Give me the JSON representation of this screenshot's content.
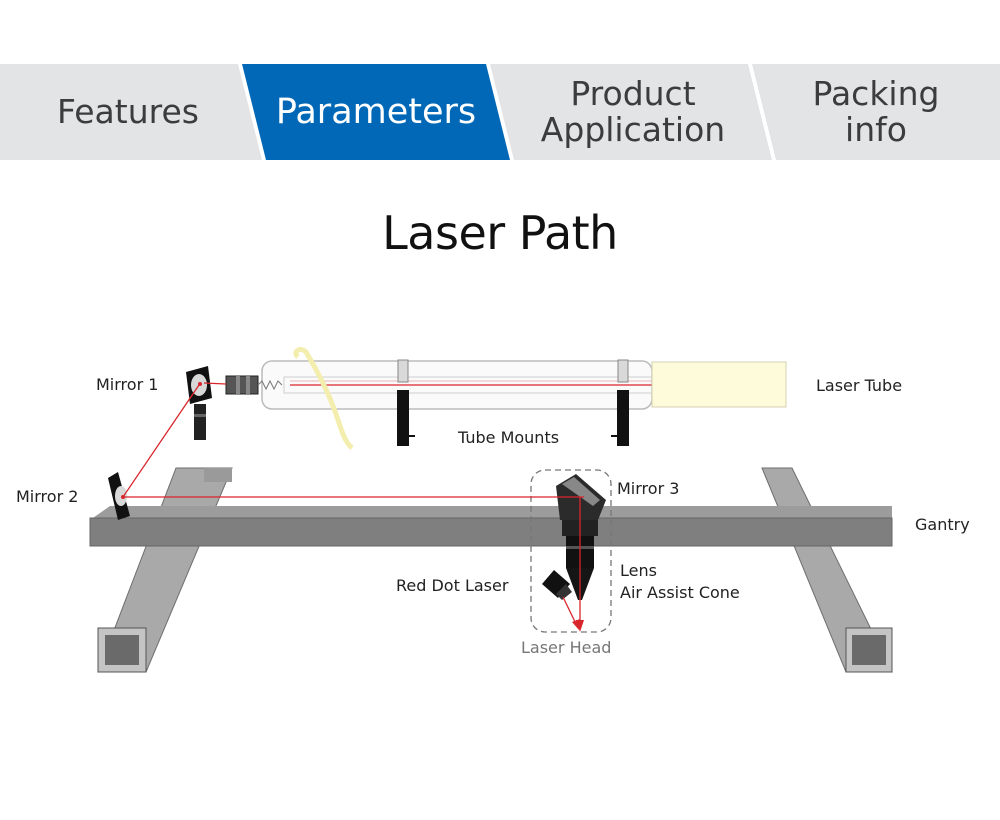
{
  "tabs": [
    {
      "label": "Features",
      "active": false
    },
    {
      "label": "Parameters",
      "active": true
    },
    {
      "label": "Product\nApplication",
      "active": false
    },
    {
      "label": "Packing\ninfo",
      "active": false
    }
  ],
  "title": "Laser Path",
  "diagram": {
    "labels": {
      "mirror1": "Mirror 1",
      "mirror2": "Mirror 2",
      "mirror3": "Mirror 3",
      "laser_tube": "Laser Tube",
      "tube_mounts": "Tube Mounts",
      "gantry": "Gantry",
      "red_dot_laser": "Red Dot Laser",
      "lens": "Lens",
      "air_assist_cone": "Air Assist Cone",
      "laser_head": "Laser Head"
    },
    "colors": {
      "beam": "#d9262c",
      "tab_active": "#0068b7",
      "tab_inactive": "#e3e4e6",
      "gantry": "#7f7f7f",
      "tube_end": "#fdfbd9"
    }
  }
}
